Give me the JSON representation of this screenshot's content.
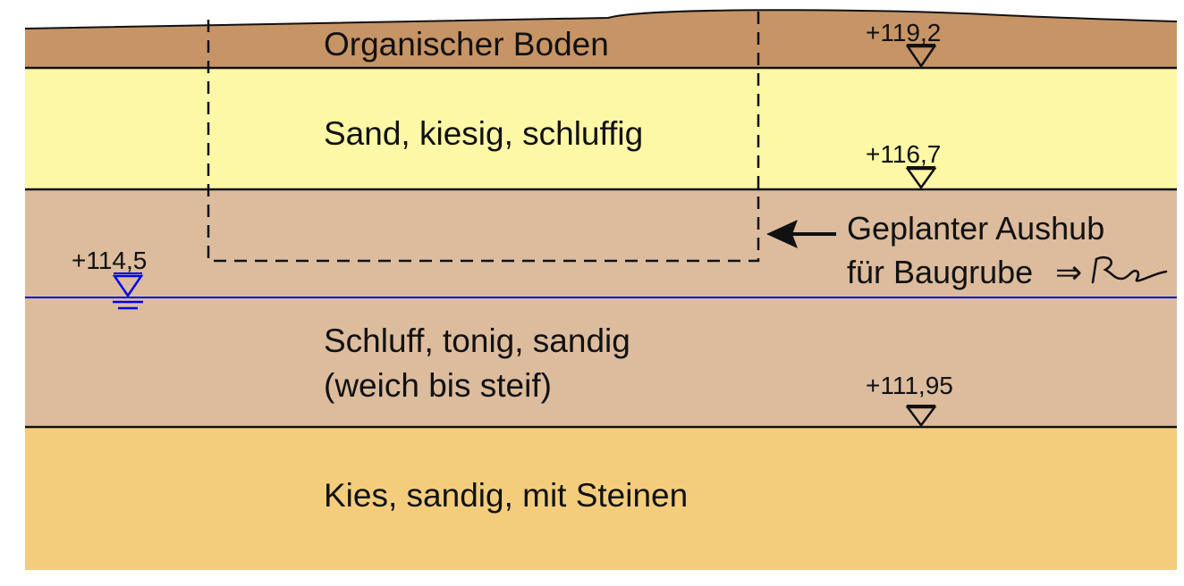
{
  "colors": {
    "organic": "#c79466",
    "sand": "#fdf8a6",
    "silt": "#dcbc9d",
    "gravel": "#f4cd7c",
    "water": "#0000ee",
    "line": "#111111"
  },
  "layers": {
    "organic": "Organischer Boden",
    "sand": "Sand, kiesig, schluffig",
    "silt_1": "Schluff, tonig, sandig",
    "silt_2": "(weich bis steif)",
    "gravel": "Kies, sandig, mit Steinen"
  },
  "elevations": {
    "top": "+119,2",
    "sand_base": "+116,7",
    "silt_base": "+111,95",
    "groundwater": "+114,5"
  },
  "excavation": {
    "label_1": "Geplanter Aushub",
    "label_2": "für Baugrube",
    "arrow_text": "⇒",
    "signature": "Rs"
  }
}
